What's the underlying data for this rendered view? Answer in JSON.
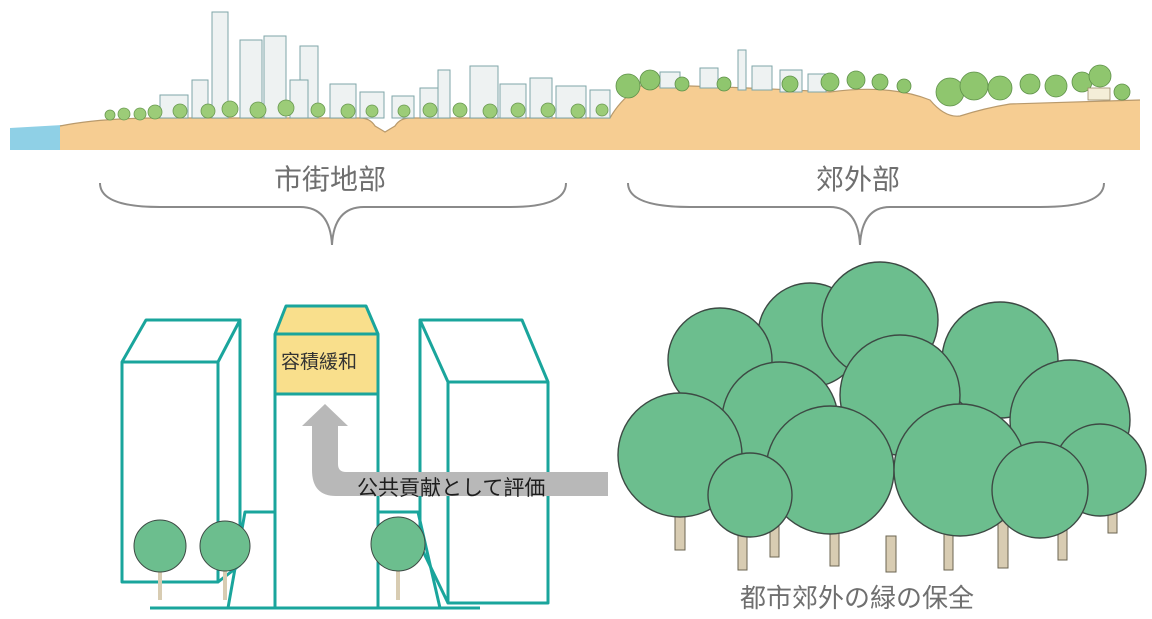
{
  "labels": {
    "urban_area": "市街地部",
    "suburban_area": "郊外部",
    "floor_area_bonus": "容積緩和",
    "public_contribution": "公共貢献として評価",
    "suburban_green_conservation": "都市郊外の緑の保全"
  },
  "colors": {
    "building_outline": "#1aa59c",
    "bonus_fill": "#f9df8c",
    "tree_green": "#6cbe8e",
    "tree_outline": "#3d4a44",
    "trunk": "#d8ccb2",
    "arrow_gray": "#b8b8b8",
    "brace_gray": "#8a8a8a",
    "ground": "#f2c789",
    "water": "#7ec8e0",
    "label_text": "#6f6f6f"
  }
}
